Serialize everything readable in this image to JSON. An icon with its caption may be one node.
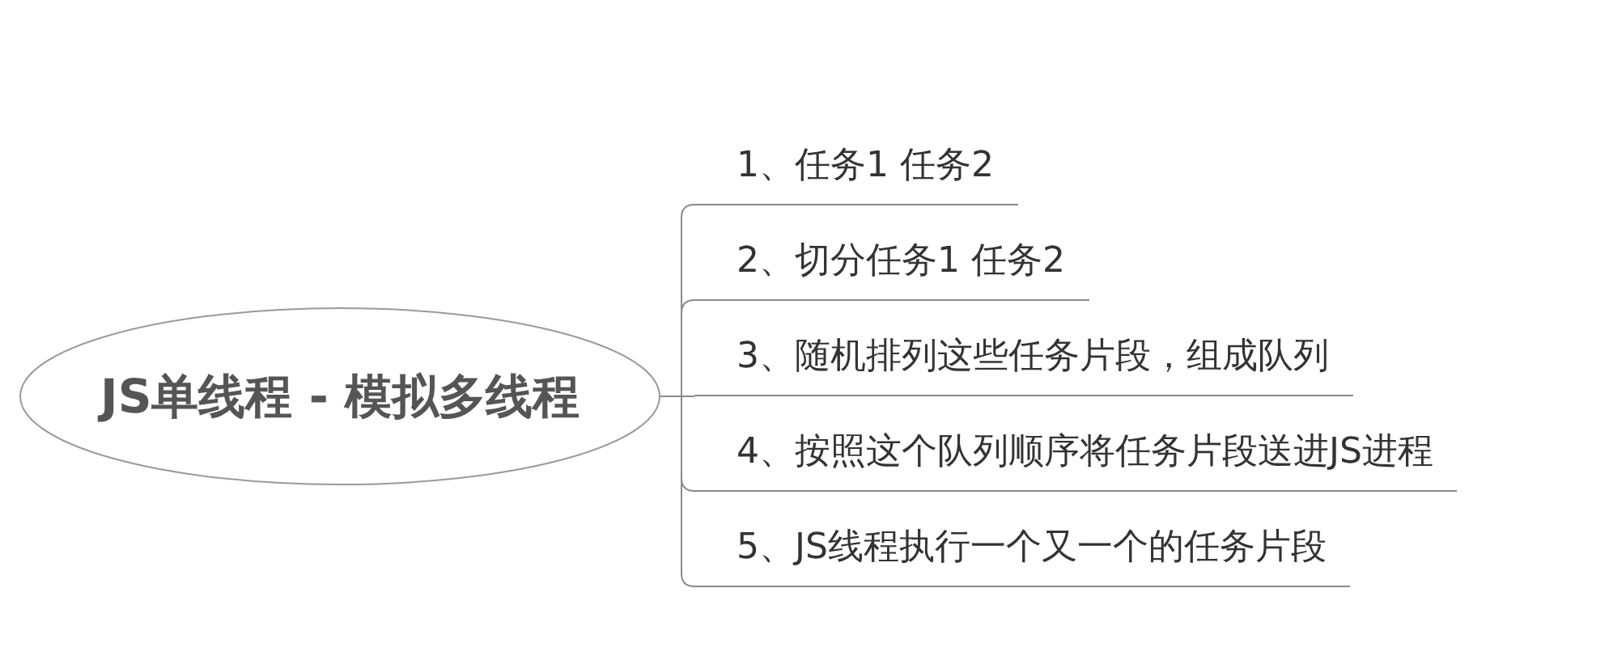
{
  "diagram": {
    "nodes": [
      {
        "text": [
          "JS单线程 - 模拟多线程"
        ]
      },
      {
        "text": [
          "1、任务1 任务2"
        ]
      },
      {
        "text": [
          "2、切分任务1 任务2"
        ]
      },
      {
        "text": [
          "3、随机排列这些任务片段，组成队列"
        ]
      },
      {
        "text": [
          "4、按照这个队列顺序将任务片段送进JS进程"
        ]
      },
      {
        "text": [
          "5、JS线程执行一个又一个的任务片段"
        ]
      }
    ],
    "edges": [
      {
        "from": 0,
        "to": 1,
        "arrow": "none"
      },
      {
        "from": 0,
        "to": 2,
        "arrow": "none"
      },
      {
        "from": 0,
        "to": 3,
        "arrow": "none"
      },
      {
        "from": 0,
        "to": 4,
        "arrow": "none"
      },
      {
        "from": 0,
        "to": 5,
        "arrow": "none"
      }
    ]
  }
}
